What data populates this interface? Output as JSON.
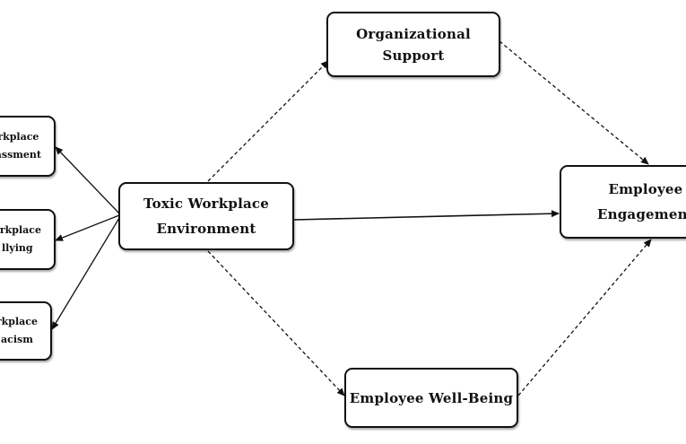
{
  "diagram": {
    "nodes": {
      "harassment": {
        "text": "rkplace\nassment"
      },
      "bullying": {
        "text": "orkplace\nllying"
      },
      "racism": {
        "text": "rkplace\nacism"
      },
      "toxic": {
        "text": "Toxic Workplace\nEnvironment"
      },
      "support": {
        "text": "Organizational\nSupport"
      },
      "wellbeing": {
        "text": "Employee Well-Being"
      },
      "engagement": {
        "text": "Employee\nEngagement"
      }
    },
    "edges": [
      {
        "from": "toxic",
        "to": "harassment",
        "style": "solid"
      },
      {
        "from": "toxic",
        "to": "bullying",
        "style": "solid"
      },
      {
        "from": "toxic",
        "to": "racism",
        "style": "solid"
      },
      {
        "from": "toxic",
        "to": "engagement",
        "style": "solid"
      },
      {
        "from": "toxic",
        "to": "support",
        "style": "dashed"
      },
      {
        "from": "support",
        "to": "engagement",
        "style": "dashed"
      },
      {
        "from": "toxic",
        "to": "wellbeing",
        "style": "dashed"
      },
      {
        "from": "wellbeing",
        "to": "engagement",
        "style": "dashed"
      }
    ],
    "colors": {
      "stroke": "#111111",
      "background": "#ffffff"
    }
  }
}
